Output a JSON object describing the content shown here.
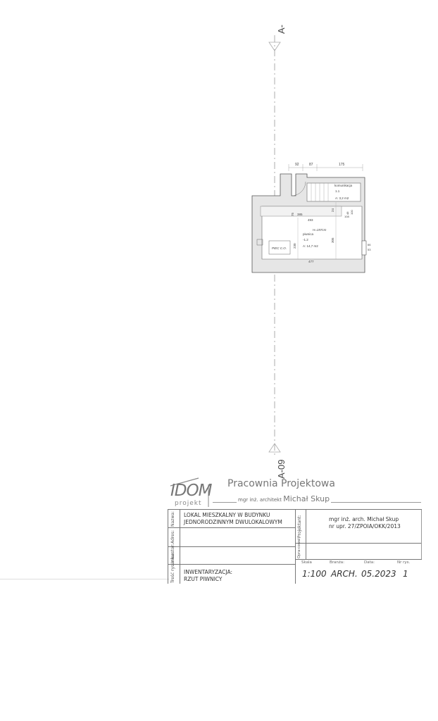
{
  "section": {
    "top_label": "A-",
    "bottom_label": "A-09"
  },
  "plan": {
    "dims_top": [
      "92",
      "87",
      "175"
    ],
    "room1": {
      "name": "komunikacja",
      "number": "1.1",
      "area": "A: 3,2 m2"
    },
    "room2": {
      "height": "H=197cm",
      "name": "piwnica",
      "number": "-1.2",
      "area": "A: 14,7 m2"
    },
    "dims": [
      "75",
      "385",
      "493",
      "24",
      "230",
      "305",
      "477",
      "66",
      "53",
      "48",
      "100",
      "108"
    ],
    "boiler_label": "PIEC C.O."
  },
  "logo": {
    "brand": "IDOM",
    "brand_sub": "projekt",
    "studio": "Pracownia Projektowa",
    "architect_prefix": "mgr inż. architekt",
    "architect_name": "Michał Skup"
  },
  "title_block": {
    "labels": {
      "name": "Nazwa:",
      "address": "Adres:",
      "investor": "Inwestor:",
      "content": "Treść rysunku:",
      "designer": "Projektant:",
      "drafted": "Opra-cował:",
      "scale": "Skala",
      "branch": "Branża:",
      "date": "Data:",
      "drawing_no": "Nr rys."
    },
    "name_line1": "LOKAL MIESZKALNY W BUDYNKU",
    "name_line2": "JEDNORODZINNYM DWULOKALOWYM",
    "content_line1": "INWENTARYZACJA:",
    "content_line2": "RZUT PIWNICY",
    "designer_line1": "mgr inż. arch. Michał Skup",
    "designer_line2": "nr upr. 27/ZPOIA/OKK/2013",
    "scale": "1:100",
    "branch": "ARCH.",
    "date": "05.2023",
    "drawing_no": "1"
  }
}
